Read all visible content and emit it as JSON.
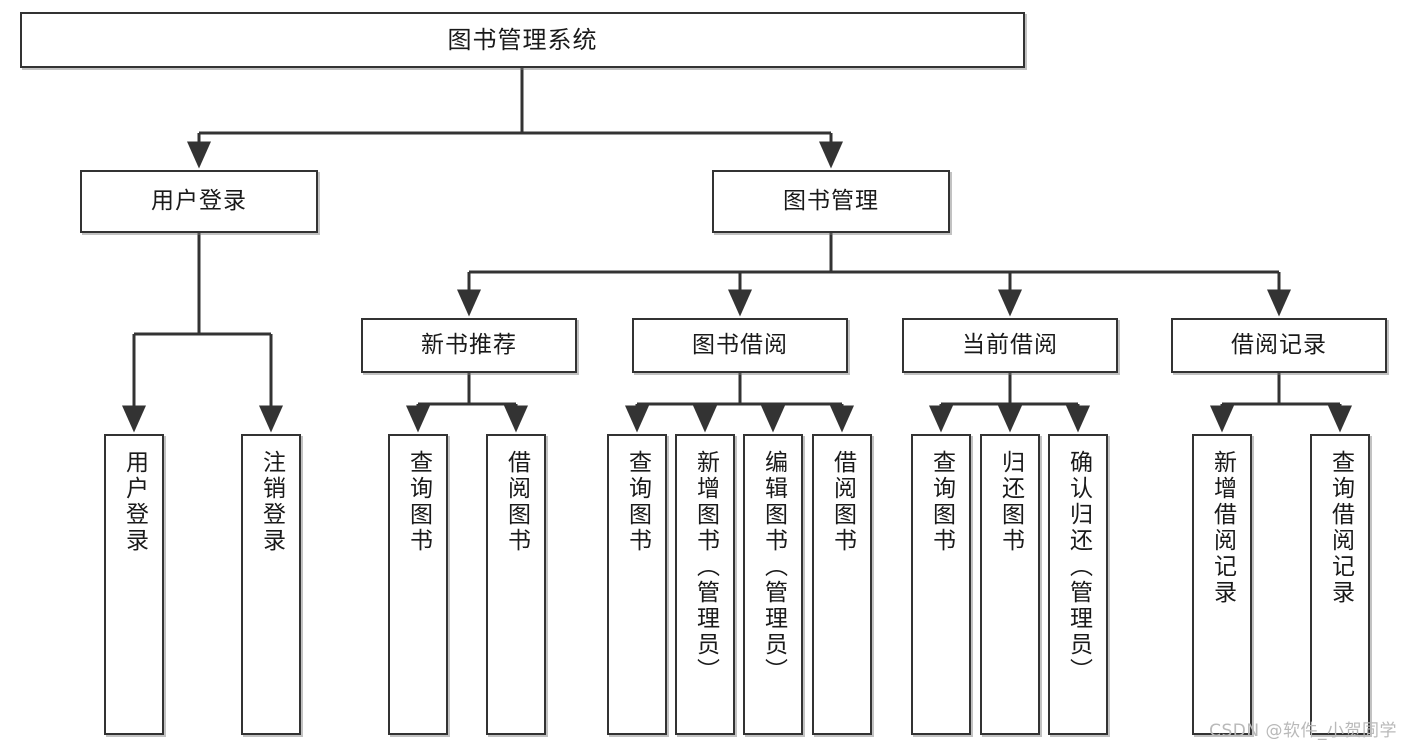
{
  "diagram": {
    "title": "图书管理系统",
    "type": "tree-hierarchy",
    "stroke_color": "#333333",
    "fill_color": "#ffffff",
    "text_color": "#1a1a1a",
    "watermark": "CSDN @软件_小贺同学"
  },
  "nodes": {
    "root": {
      "label": "图书管理系统"
    },
    "level2": [
      {
        "label": "用户登录"
      },
      {
        "label": "图书管理"
      }
    ],
    "level3": [
      {
        "label": "新书推荐"
      },
      {
        "label": "图书借阅"
      },
      {
        "label": "当前借阅"
      },
      {
        "label": "借阅记录"
      }
    ],
    "leaves": {
      "user_login": [
        {
          "label": "用户登录"
        },
        {
          "label": "注销登录"
        }
      ],
      "new_book_recommend": [
        {
          "label": "查询图书"
        },
        {
          "label": "借阅图书"
        }
      ],
      "book_borrow": [
        {
          "label": "查询图书"
        },
        {
          "label": "新增图书（管理员）"
        },
        {
          "label": "编辑图书（管理员）"
        },
        {
          "label": "借阅图书"
        }
      ],
      "current_borrow": [
        {
          "label": "查询图书"
        },
        {
          "label": "归还图书"
        },
        {
          "label": "确认归还（管理员）"
        }
      ],
      "borrow_record": [
        {
          "label": "新增借阅记录"
        },
        {
          "label": "查询借阅记录"
        }
      ]
    }
  }
}
